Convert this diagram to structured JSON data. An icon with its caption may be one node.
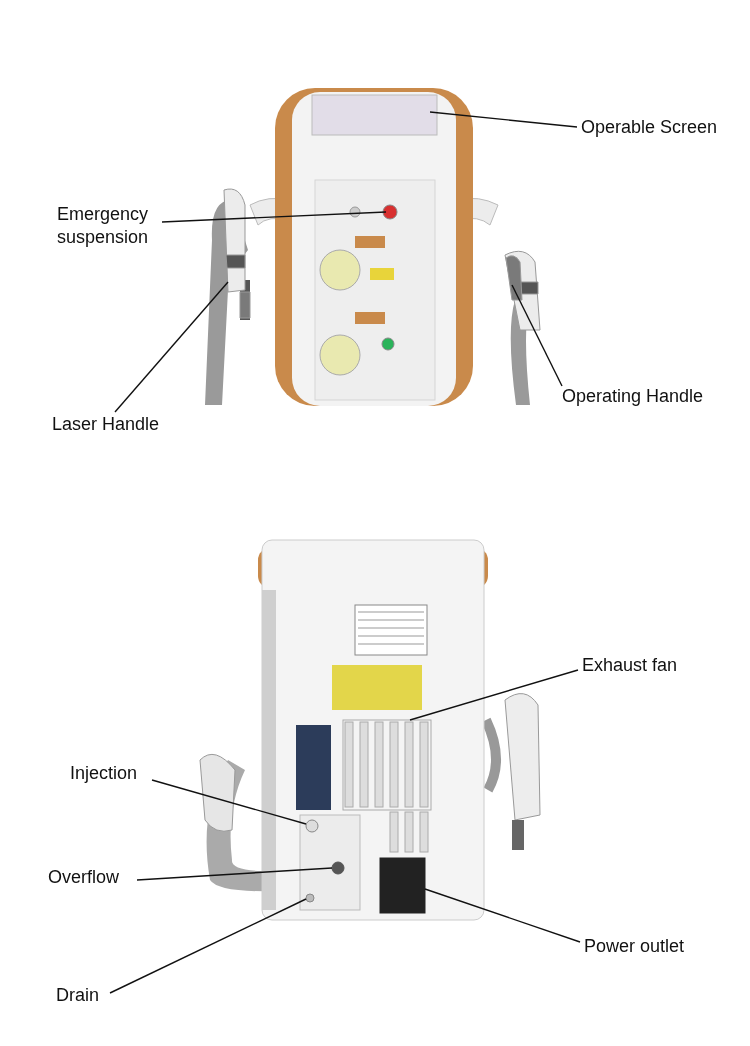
{
  "diagram": {
    "nodes": [
      {
        "text": [
          "Operable Screen"
        ]
      },
      {
        "text": [
          "Emergency suspension"
        ]
      },
      {
        "text": [
          "Laser Handle"
        ]
      },
      {
        "text": [
          "Operating Handle"
        ]
      },
      {
        "text": [
          "Exhaust fan"
        ]
      },
      {
        "text": [
          "Injection"
        ]
      },
      {
        "text": [
          "Overflow"
        ]
      },
      {
        "text": [
          "Drain"
        ]
      },
      {
        "text": [
          "Power outlet"
        ]
      },
      {
        "text": [],
        "shape": "box"
      },
      {
        "text": [],
        "shape": "circle"
      },
      {
        "text": [],
        "shape": "picture"
      },
      {
        "text": [],
        "shape": "picture"
      },
      {
        "text": [],
        "shape": "box"
      },
      {
        "text": [],
        "shape": "circle"
      },
      {
        "text": [],
        "shape": "circle"
      },
      {
        "text": [],
        "shape": "circle"
      },
      {
        "text": [],
        "shape": "box"
      }
    ],
    "edges": [
      {
        "from": 0,
        "to": 9,
        "arrow": "none"
      },
      {
        "from": 1,
        "to": 10,
        "arrow": "none"
      },
      {
        "from": 2,
        "to": 11,
        "arrow": "none"
      },
      {
        "from": 3,
        "to": 12,
        "arrow": "none"
      },
      {
        "from": 4,
        "to": 13,
        "arrow": "none"
      },
      {
        "from": 5,
        "to": 14,
        "arrow": "none"
      },
      {
        "from": 6,
        "to": 15,
        "arrow": "none"
      },
      {
        "from": 7,
        "to": 16,
        "arrow": "none"
      },
      {
        "from": 8,
        "to": 17,
        "arrow": "none"
      }
    ]
  }
}
